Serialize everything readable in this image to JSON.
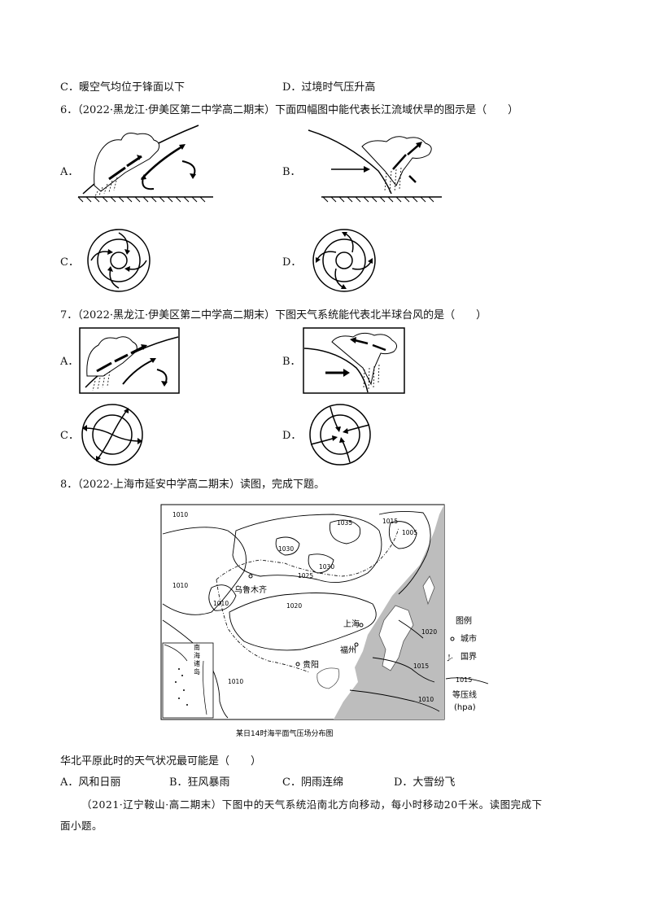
{
  "q5": {
    "opt_c": "C．暖空气均位于锋面以下",
    "opt_d": "D．过境时气压升高"
  },
  "q6": {
    "stem": "6．（2022·黑龙江·伊美区第二中学高二期末）下面四幅图中能代表长江流域伏旱的图示是（　　）",
    "labels": [
      "A．",
      "B．",
      "C．",
      "D．"
    ]
  },
  "q7": {
    "stem": "7．（2022·黑龙江·伊美区第二中学高二期末）下图天气系统能代表北半球台风的是（　　）",
    "labels": [
      "A．",
      "B．",
      "C．",
      "D．"
    ]
  },
  "q8": {
    "stem": "8．（2022·上海市延安中学高二期末）读图，完成下题。",
    "map": {
      "caption": "某日14时海平面气压场分布图",
      "cities": [
        "乌鲁木齐",
        "上海",
        "福州",
        "贵阳"
      ],
      "inset_label": "南海诸岛",
      "isobars": [
        "1010",
        "1035",
        "1015",
        "1005",
        "1030",
        "1030",
        "1025",
        "1010",
        "1010",
        "1020",
        "1020",
        "1015",
        "1010",
        "1010"
      ],
      "legend": {
        "title": "图例",
        "city": "城市",
        "border": "国界",
        "isobar_value": "1015",
        "isobar": "等压线",
        "unit": "(hpa)"
      }
    },
    "question": "华北平原此时的天气状况最可能是（　　）",
    "options": [
      "A．风和日丽",
      "B．狂风暴雨",
      "C．阴雨连绵",
      "D．大雪纷飞"
    ]
  },
  "next": {
    "line1": "（2021·辽宁鞍山·高二期末）下图中的天气系统沿南北方向移动，每小时移动20千米。读图完成下",
    "line2": "面小题。"
  }
}
